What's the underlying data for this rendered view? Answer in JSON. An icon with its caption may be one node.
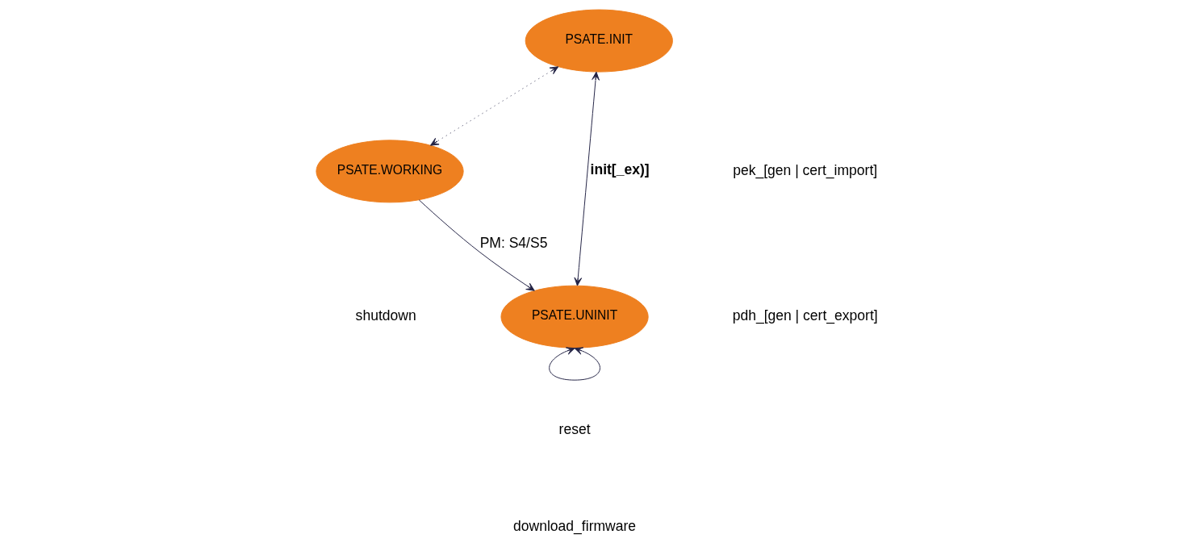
{
  "diagram": {
    "nodes": [
      {
        "text": [
          "PSATE.INIT"
        ]
      },
      {
        "text": [
          "PSATE.UNINIT"
        ]
      },
      {
        "text": [
          "PSATE.WORKING"
        ]
      }
    ],
    "edges": [
      {
        "from": 1,
        "to": 0,
        "arrow": "both",
        "label": "init[_ex)]"
      },
      {
        "from": 0,
        "to": 2,
        "arrow": "both",
        "style": "dashed"
      },
      {
        "from": 2,
        "to": 1,
        "arrow": "to",
        "label": "PM: S4/S5"
      },
      {
        "from": 1,
        "to": 1,
        "arrow": "both"
      }
    ],
    "labels": [
      "pek_[gen | cert_import]",
      "pdh_[gen | cert_export]",
      "shutdown",
      "reset",
      "download_firmware"
    ]
  }
}
